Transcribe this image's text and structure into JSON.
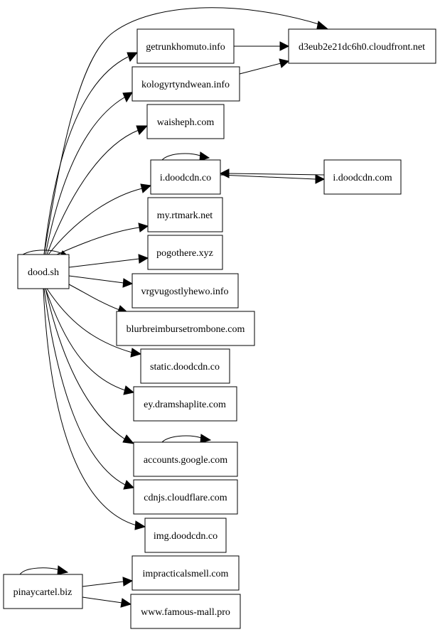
{
  "graph": {
    "nodes": [
      {
        "id": "dood",
        "label": "dood.sh"
      },
      {
        "id": "getrunk",
        "label": "getrunkhomuto.info"
      },
      {
        "id": "d3eub",
        "label": "d3eub2e21dc6h0.cloudfront.net"
      },
      {
        "id": "kology",
        "label": "kologyrtyndwean.info"
      },
      {
        "id": "waisheph",
        "label": "waisheph.com"
      },
      {
        "id": "idoodco",
        "label": "i.doodcdn.co"
      },
      {
        "id": "idoodcom",
        "label": "i.doodcdn.com"
      },
      {
        "id": "rtmark",
        "label": "my.rtmark.net"
      },
      {
        "id": "pogothere",
        "label": "pogothere.xyz"
      },
      {
        "id": "vrgvu",
        "label": "vrgvugostlyhewo.info"
      },
      {
        "id": "blurb",
        "label": "blurbreimbursetrombone.com"
      },
      {
        "id": "staticdood",
        "label": "static.doodcdn.co"
      },
      {
        "id": "eydram",
        "label": "ey.dramshaplite.com"
      },
      {
        "id": "google",
        "label": "accounts.google.com"
      },
      {
        "id": "cdnjs",
        "label": "cdnjs.cloudflare.com"
      },
      {
        "id": "imgdood",
        "label": "img.doodcdn.co"
      },
      {
        "id": "pinay",
        "label": "pinaycartel.biz"
      },
      {
        "id": "impract",
        "label": "impracticalsmell.com"
      },
      {
        "id": "famous",
        "label": "www.famous-mall.pro"
      }
    ],
    "edges": [
      {
        "from": "dood",
        "to": "dood"
      },
      {
        "from": "dood",
        "to": "d3eub"
      },
      {
        "from": "dood",
        "to": "getrunk"
      },
      {
        "from": "dood",
        "to": "kology"
      },
      {
        "from": "dood",
        "to": "waisheph"
      },
      {
        "from": "dood",
        "to": "idoodco"
      },
      {
        "from": "dood",
        "to": "rtmark"
      },
      {
        "from": "dood",
        "to": "pogothere"
      },
      {
        "from": "dood",
        "to": "vrgvu"
      },
      {
        "from": "dood",
        "to": "blurb"
      },
      {
        "from": "dood",
        "to": "staticdood"
      },
      {
        "from": "dood",
        "to": "eydram"
      },
      {
        "from": "dood",
        "to": "google"
      },
      {
        "from": "dood",
        "to": "cdnjs"
      },
      {
        "from": "dood",
        "to": "imgdood"
      },
      {
        "from": "getrunk",
        "to": "d3eub"
      },
      {
        "from": "kology",
        "to": "d3eub"
      },
      {
        "from": "idoodco",
        "to": "idoodco"
      },
      {
        "from": "idoodco",
        "to": "idoodcom"
      },
      {
        "from": "idoodcom",
        "to": "idoodco"
      },
      {
        "from": "google",
        "to": "google"
      },
      {
        "from": "pinay",
        "to": "pinay"
      },
      {
        "from": "pinay",
        "to": "impract"
      },
      {
        "from": "pinay",
        "to": "famous"
      }
    ]
  }
}
